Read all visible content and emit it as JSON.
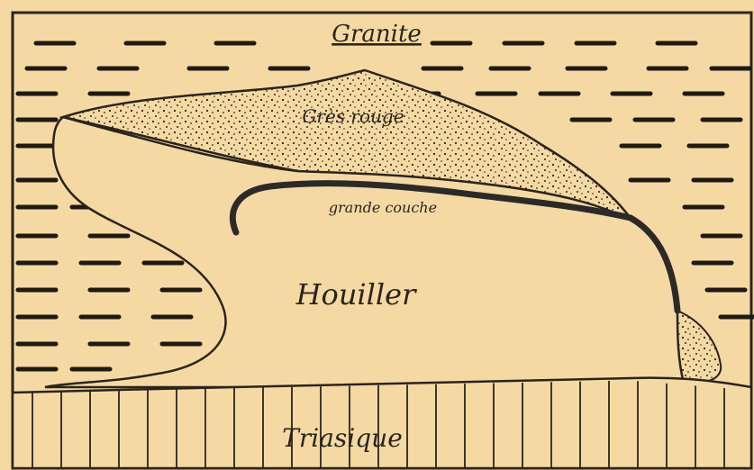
{
  "diagram": {
    "labels": {
      "granite": "Granite",
      "gres": "Grès rouge",
      "couche": "grande couche",
      "houiller": "Houiller",
      "trias": "Triasique"
    },
    "colors": {
      "paper": "#f5d9a3",
      "ink": "#2a241c",
      "dashes": "#1e1a14",
      "coal_seam": "#2c2a28"
    }
  }
}
